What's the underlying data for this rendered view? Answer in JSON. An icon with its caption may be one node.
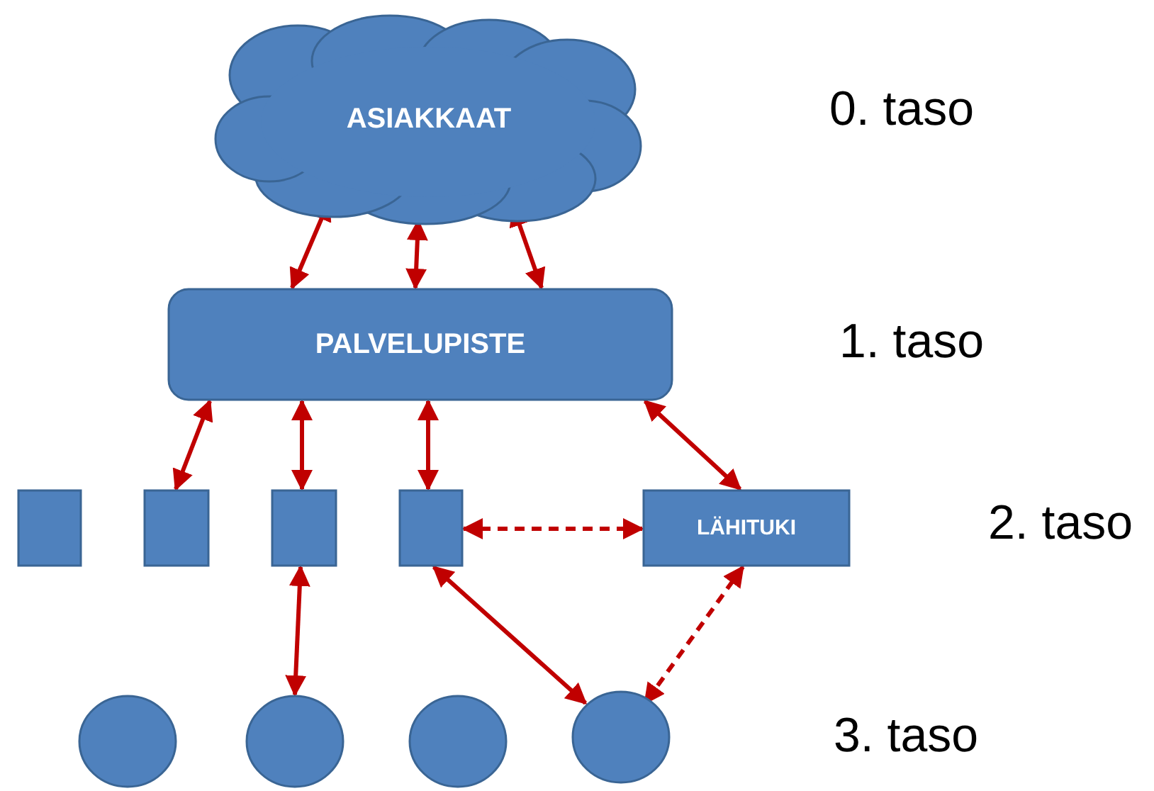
{
  "diagram": {
    "nodes": [
      {
        "text": [
          "ASIAKKAAT"
        ]
      },
      {
        "text": [
          "PALVELUPISTE"
        ]
      },
      {
        "text": [],
        "shape": "box"
      },
      {
        "text": [],
        "shape": "box"
      },
      {
        "text": [],
        "shape": "box"
      },
      {
        "text": [],
        "shape": "box"
      },
      {
        "text": [
          "LÄHITUKI"
        ]
      },
      {
        "text": [],
        "shape": "circle"
      },
      {
        "text": [],
        "shape": "circle"
      },
      {
        "text": [],
        "shape": "circle"
      },
      {
        "text": [],
        "shape": "circle"
      }
    ],
    "edges": [
      {
        "from": 0,
        "to": 1,
        "arrow": "both"
      },
      {
        "from": 0,
        "to": 1,
        "arrow": "both"
      },
      {
        "from": 0,
        "to": 1,
        "arrow": "both"
      },
      {
        "from": 1,
        "to": 3,
        "arrow": "both"
      },
      {
        "from": 1,
        "to": 4,
        "arrow": "both"
      },
      {
        "from": 1,
        "to": 5,
        "arrow": "both"
      },
      {
        "from": 1,
        "to": 6,
        "arrow": "both"
      },
      {
        "from": 5,
        "to": 6,
        "arrow": "both",
        "style": "dashed"
      },
      {
        "from": 4,
        "to": 8,
        "arrow": "both"
      },
      {
        "from": 5,
        "to": 10,
        "arrow": "both"
      },
      {
        "from": 6,
        "to": 10,
        "arrow": "both",
        "style": "dashed"
      }
    ],
    "labels": [
      "0. taso",
      "1. taso",
      "2. taso",
      "3. taso"
    ]
  }
}
